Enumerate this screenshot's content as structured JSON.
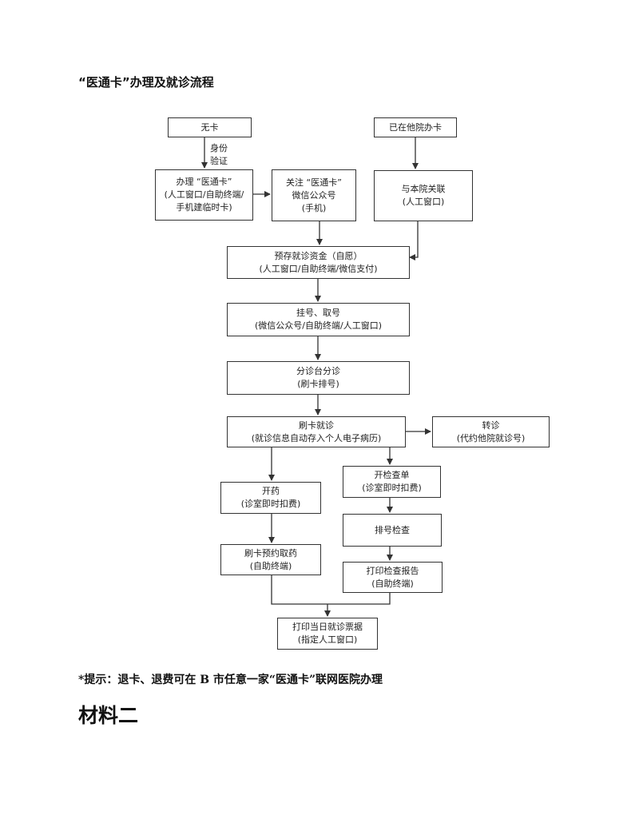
{
  "page": {
    "title": "“医通卡”办理及就诊流程",
    "note": "*提示：退卡、退费可在 B 市任意一家“医通卡”联网医院办理",
    "section_heading": "材料二"
  },
  "flowchart": {
    "nodes": {
      "no_card": {
        "line1": "无卡"
      },
      "has_other": {
        "line1": "已在他院办卡"
      },
      "apply": {
        "line1": "办理 “医通卡”",
        "line2": "(人工窗口/自助终端/",
        "line3": "手机建临时卡)"
      },
      "wechat": {
        "line1": "关注 “医通卡”",
        "line2": "微信公众号",
        "line3": "(手机)"
      },
      "link": {
        "line1": "与本院关联",
        "line2": "(人工窗口)"
      },
      "deposit": {
        "line1": "预存就诊资金（自愿）",
        "line2": "(人工窗口/自助终端/微信支付)"
      },
      "register": {
        "line1": "挂号、取号",
        "line2": "(微信公众号/自助终端/人工窗口)"
      },
      "triage": {
        "line1": "分诊台分诊",
        "line2": "(刷卡排号)"
      },
      "visit": {
        "line1": "刷卡就诊",
        "line2": "(就诊信息自动存入个人电子病历)"
      },
      "transfer": {
        "line1": "转诊",
        "line2": "(代约他院就诊号)"
      },
      "prescribe": {
        "line1": "开药",
        "line2": "(诊室即时扣费)"
      },
      "exam_order": {
        "line1": "开检查单",
        "line2": "(诊室即时扣费)"
      },
      "exam_queue": {
        "line1": "排号检查"
      },
      "pickup": {
        "line1": "刷卡预约取药",
        "line2": "(自助终端)"
      },
      "print_report": {
        "line1": "打印检查报告",
        "line2": "(自助终端)"
      },
      "print_receipt": {
        "line1": "打印当日就诊票据",
        "line2": "(指定人工窗口)"
      }
    },
    "edge_labels": {
      "id_check": {
        "line1": "身份",
        "line2": "验证"
      }
    }
  }
}
